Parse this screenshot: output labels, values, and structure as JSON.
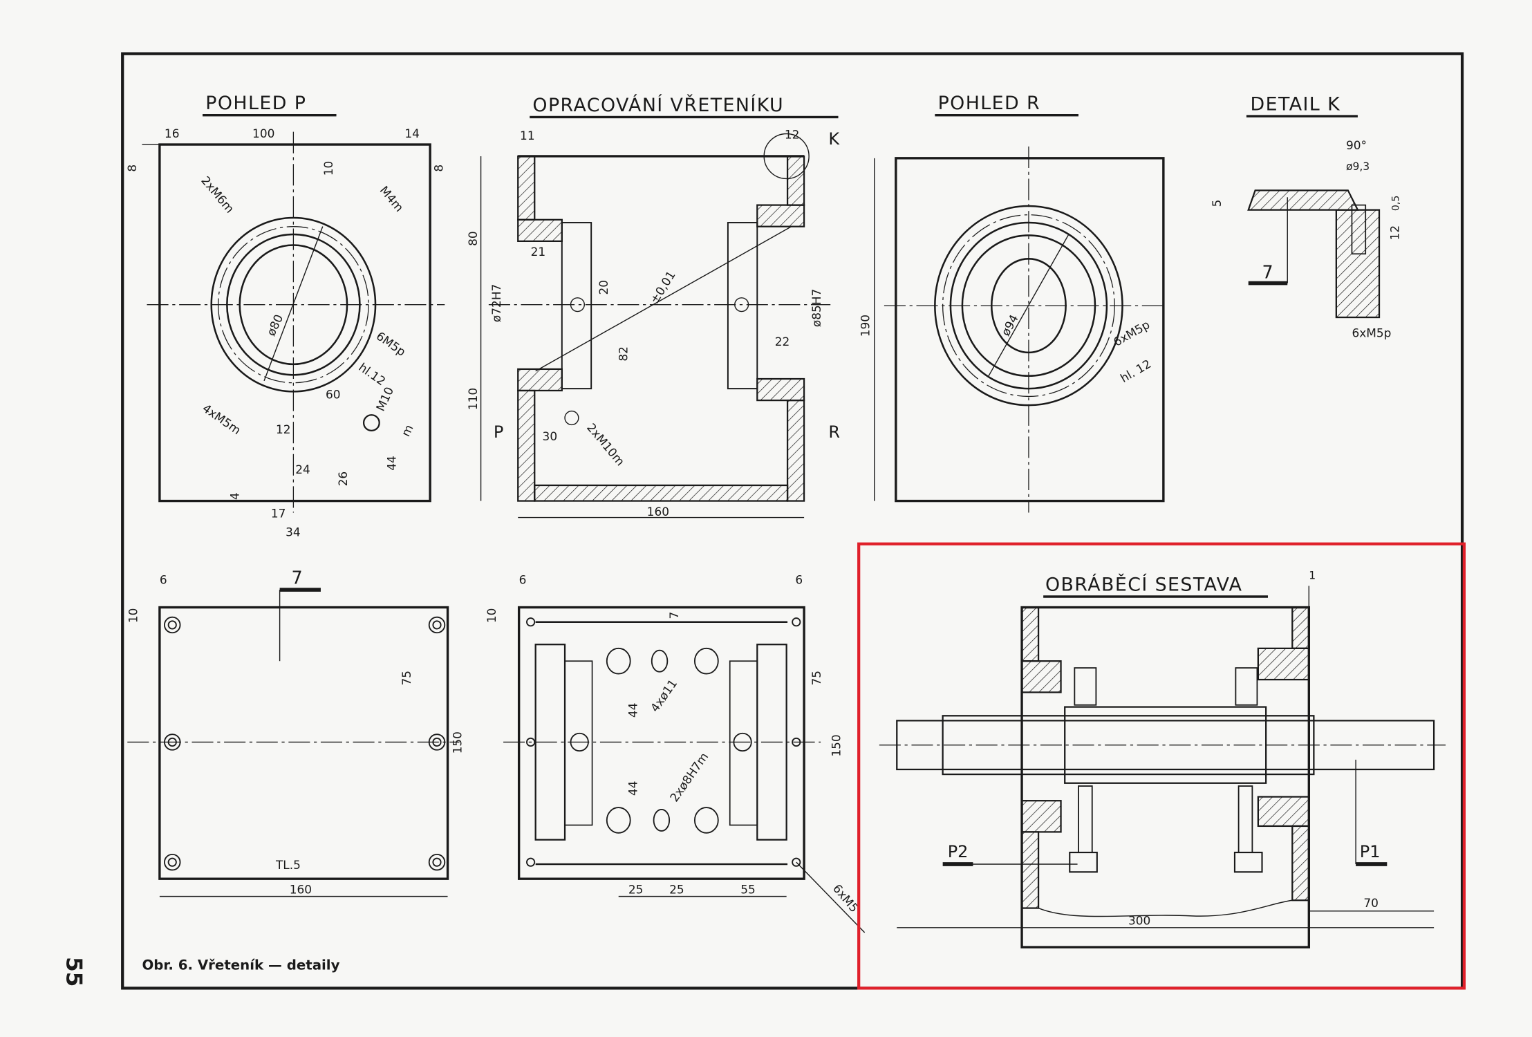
{
  "page_number": "55",
  "caption": "Obr. 6. Vřeteník — detaily",
  "views": {
    "pohled_p": {
      "title": "POHLED P",
      "dims": [
        "16",
        "100",
        "14",
        "8",
        "10",
        "8",
        "2xM6m",
        "M4m",
        "ø80",
        "6M5p",
        "hl.12",
        "60",
        "M10",
        "m",
        "4xM5m",
        "12",
        "24",
        "26",
        "44",
        "4",
        "17",
        "34"
      ]
    },
    "opracovani": {
      "title": "OPRACOVÁNÍ VŘETENÍKU",
      "dims": [
        "11",
        "12",
        "K",
        "80",
        "110",
        "21",
        "ø72H7",
        "20",
        "±0,01",
        "82",
        "ø85H7",
        "22",
        "P",
        "30",
        "2xM10m",
        "R",
        "160"
      ]
    },
    "pohled_r": {
      "title": "POHLED R",
      "dims": [
        "190",
        "ø94",
        "6xM5p",
        "hl. 12"
      ]
    },
    "detail_k": {
      "title": "DETAIL K",
      "dims": [
        "90°",
        "ø9,3",
        "5",
        "0,5",
        "12",
        "7",
        "6xM5p"
      ]
    },
    "plate_7": {
      "dims": [
        "6",
        "7",
        "10",
        "75",
        "150",
        "TL.5",
        "160"
      ]
    },
    "base_view": {
      "dims": [
        "6",
        "6",
        "10",
        "7",
        "4xø11",
        "44",
        "44",
        "2xø8H7m",
        "75",
        "150",
        "25",
        "25",
        "55",
        "6xM5"
      ]
    },
    "obrabeci_sestava": {
      "title": "OBRÁBĚCÍ SESTAVA",
      "dims": [
        "1",
        "P2",
        "P1",
        "300",
        "70"
      ]
    }
  },
  "highlight_color": "#e0202a"
}
